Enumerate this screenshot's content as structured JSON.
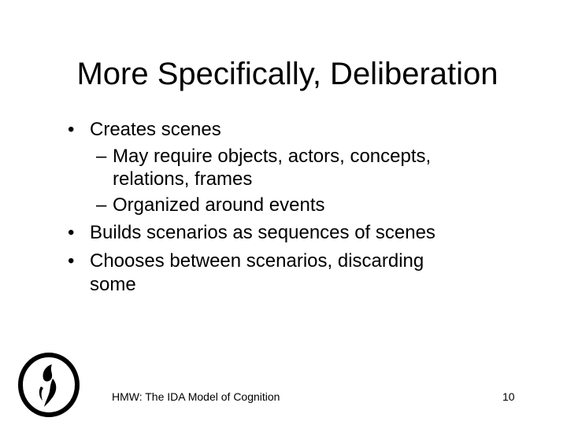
{
  "slide": {
    "title": "More Specifically, Deliberation",
    "bullet_mark": "•",
    "sub_mark": "–",
    "bullets": [
      {
        "text": "Creates scenes",
        "sub": [
          {
            "line1": "May require objects, actors, concepts,",
            "line2": "relations, frames"
          },
          {
            "line1": "Organized around events"
          }
        ]
      },
      {
        "text": "Builds scenarios as sequences of scenes"
      },
      {
        "line1": "Chooses between scenarios, discarding",
        "line2": "some"
      }
    ],
    "footer": "HMW: The IDA Model of Cognition",
    "page_number": "10",
    "logo_icon": "university-logo-icon"
  }
}
